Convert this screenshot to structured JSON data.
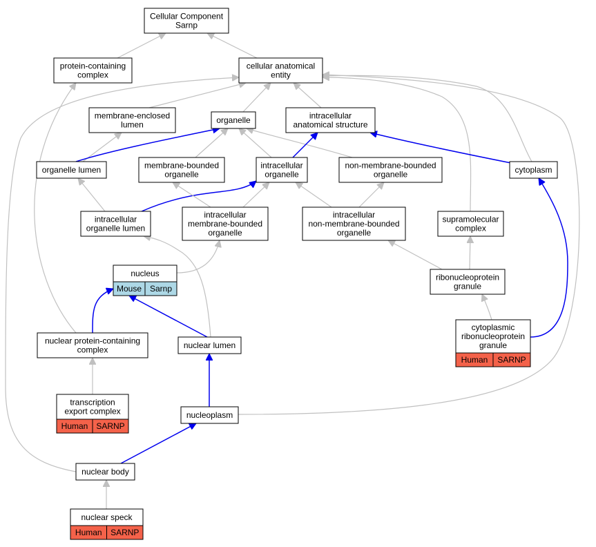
{
  "colors": {
    "gray_edge": "#c0c0c0",
    "blue_edge": "#0000ee",
    "mouse_fill": "#add8e6",
    "human_fill": "#f4624a",
    "node_fill": "#ffffff",
    "node_border": "#000000"
  },
  "nodes": [
    {
      "id": "cellular_component",
      "lines": [
        "Cellular Component",
        "Sarnp"
      ]
    },
    {
      "id": "protein_containing_complex",
      "lines": [
        "protein-containing",
        "complex"
      ]
    },
    {
      "id": "cellular_anatomical_entity",
      "lines": [
        "cellular anatomical",
        "entity"
      ]
    },
    {
      "id": "membrane_enclosed_lumen",
      "lines": [
        "membrane-enclosed",
        "lumen"
      ]
    },
    {
      "id": "organelle",
      "lines": [
        "organelle"
      ]
    },
    {
      "id": "intracellular_anatomical_structure",
      "lines": [
        "intracellular",
        "anatomical structure"
      ]
    },
    {
      "id": "organelle_lumen",
      "lines": [
        "organelle lumen"
      ]
    },
    {
      "id": "membrane_bounded_organelle",
      "lines": [
        "membrane-bounded",
        "organelle"
      ]
    },
    {
      "id": "intracellular_organelle",
      "lines": [
        "intracellular",
        "organelle"
      ]
    },
    {
      "id": "non_membrane_bounded_organelle",
      "lines": [
        "non-membrane-bounded",
        "organelle"
      ]
    },
    {
      "id": "cytoplasm",
      "lines": [
        "cytoplasm"
      ]
    },
    {
      "id": "intracellular_organelle_lumen",
      "lines": [
        "intracellular",
        "organelle lumen"
      ]
    },
    {
      "id": "intracellular_membrane_bounded_organelle",
      "lines": [
        "intracellular",
        "membrane-bounded",
        "organelle"
      ]
    },
    {
      "id": "intracellular_non_membrane_bounded_organelle",
      "lines": [
        "intracellular",
        "non-membrane-bounded",
        "organelle"
      ]
    },
    {
      "id": "supramolecular_complex",
      "lines": [
        "supramolecular",
        "complex"
      ]
    },
    {
      "id": "nucleus",
      "lines": [
        "nucleus"
      ],
      "annotation": {
        "species": "Mouse",
        "gene": "Sarnp",
        "color": "mouse"
      }
    },
    {
      "id": "ribonucleoprotein_granule",
      "lines": [
        "ribonucleoprotein",
        "granule"
      ]
    },
    {
      "id": "cytoplasmic_ribonucleoprotein_granule",
      "lines": [
        "cytoplasmic",
        "ribonucleoprotein",
        "granule"
      ],
      "annotation": {
        "species": "Human",
        "gene": "SARNP",
        "color": "human"
      }
    },
    {
      "id": "nuclear_protein_containing_complex",
      "lines": [
        "nuclear protein-containing",
        "complex"
      ]
    },
    {
      "id": "nuclear_lumen",
      "lines": [
        "nuclear lumen"
      ]
    },
    {
      "id": "transcription_export_complex",
      "lines": [
        "transcription",
        "export complex"
      ],
      "annotation": {
        "species": "Human",
        "gene": "SARNP",
        "color": "human"
      }
    },
    {
      "id": "nucleoplasm",
      "lines": [
        "nucleoplasm"
      ]
    },
    {
      "id": "nuclear_body",
      "lines": [
        "nuclear body"
      ]
    },
    {
      "id": "nuclear_speck",
      "lines": [
        "nuclear speck"
      ],
      "annotation": {
        "species": "Human",
        "gene": "SARNP",
        "color": "human"
      }
    }
  ],
  "edges": [
    {
      "from": "protein_containing_complex",
      "to": "cellular_component",
      "type": "gray"
    },
    {
      "from": "cellular_anatomical_entity",
      "to": "cellular_component",
      "type": "gray"
    },
    {
      "from": "membrane_enclosed_lumen",
      "to": "cellular_anatomical_entity",
      "type": "gray"
    },
    {
      "from": "organelle",
      "to": "cellular_anatomical_entity",
      "type": "gray"
    },
    {
      "from": "intracellular_anatomical_structure",
      "to": "cellular_anatomical_entity",
      "type": "gray"
    },
    {
      "from": "cytoplasm",
      "to": "cellular_anatomical_entity",
      "type": "gray"
    },
    {
      "from": "supramolecular_complex",
      "to": "cellular_anatomical_entity",
      "type": "gray"
    },
    {
      "from": "nucleoplasm",
      "to": "cellular_anatomical_entity",
      "type": "gray"
    },
    {
      "from": "nuclear_body",
      "to": "cellular_anatomical_entity",
      "type": "gray"
    },
    {
      "from": "organelle_lumen",
      "to": "membrane_enclosed_lumen",
      "type": "gray"
    },
    {
      "from": "organelle_lumen",
      "to": "organelle",
      "type": "blue"
    },
    {
      "from": "membrane_bounded_organelle",
      "to": "organelle",
      "type": "gray"
    },
    {
      "from": "intracellular_organelle",
      "to": "organelle",
      "type": "gray"
    },
    {
      "from": "non_membrane_bounded_organelle",
      "to": "organelle",
      "type": "gray"
    },
    {
      "from": "intracellular_organelle",
      "to": "intracellular_anatomical_structure",
      "type": "blue"
    },
    {
      "from": "cytoplasm",
      "to": "intracellular_anatomical_structure",
      "type": "blue"
    },
    {
      "from": "intracellular_organelle_lumen",
      "to": "organelle_lumen",
      "type": "gray"
    },
    {
      "from": "intracellular_organelle_lumen",
      "to": "intracellular_organelle",
      "type": "blue"
    },
    {
      "from": "intracellular_membrane_bounded_organelle",
      "to": "membrane_bounded_organelle",
      "type": "gray"
    },
    {
      "from": "intracellular_membrane_bounded_organelle",
      "to": "intracellular_organelle",
      "type": "gray"
    },
    {
      "from": "intracellular_non_membrane_bounded_organelle",
      "to": "intracellular_organelle",
      "type": "gray"
    },
    {
      "from": "intracellular_non_membrane_bounded_organelle",
      "to": "non_membrane_bounded_organelle",
      "type": "gray"
    },
    {
      "from": "nucleus",
      "to": "intracellular_membrane_bounded_organelle",
      "type": "gray"
    },
    {
      "from": "ribonucleoprotein_granule",
      "to": "intracellular_non_membrane_bounded_organelle",
      "type": "gray"
    },
    {
      "from": "ribonucleoprotein_granule",
      "to": "supramolecular_complex",
      "type": "gray"
    },
    {
      "from": "cytoplasmic_ribonucleoprotein_granule",
      "to": "ribonucleoprotein_granule",
      "type": "gray"
    },
    {
      "from": "cytoplasmic_ribonucleoprotein_granule",
      "to": "cytoplasm",
      "type": "blue"
    },
    {
      "from": "nuclear_protein_containing_complex",
      "to": "nucleus",
      "type": "blue"
    },
    {
      "from": "nuclear_protein_containing_complex",
      "to": "protein_containing_complex",
      "type": "gray"
    },
    {
      "from": "nuclear_lumen",
      "to": "nucleus",
      "type": "blue"
    },
    {
      "from": "nuclear_lumen",
      "to": "intracellular_organelle_lumen",
      "type": "gray"
    },
    {
      "from": "transcription_export_complex",
      "to": "nuclear_protein_containing_complex",
      "type": "gray"
    },
    {
      "from": "nucleoplasm",
      "to": "nuclear_lumen",
      "type": "blue"
    },
    {
      "from": "nuclear_body",
      "to": "nucleoplasm",
      "type": "blue"
    },
    {
      "from": "nuclear_speck",
      "to": "nuclear_body",
      "type": "gray"
    }
  ]
}
